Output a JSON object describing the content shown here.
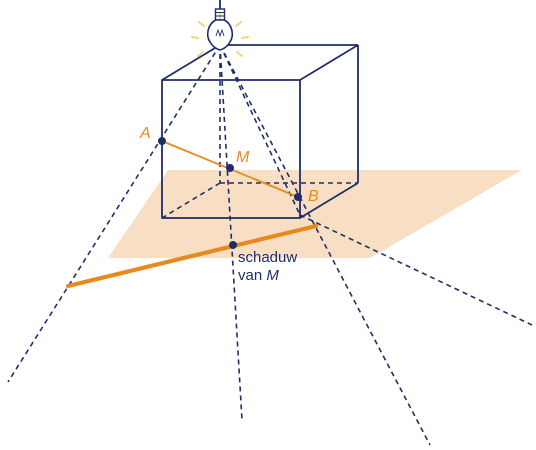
{
  "points": {
    "a_label": "A",
    "b_label": "B",
    "m_label": "M"
  },
  "shadow_caption": {
    "line1": "schaduw",
    "line2_prefix": "van ",
    "line2_var": "M"
  },
  "colors": {
    "navy": "#1f2d6b",
    "orange": "#e8891d",
    "plane_fill": "#f7d9b8",
    "bulb_glow": "#f4d37a"
  },
  "icons": {
    "light_source": "light-bulb-icon"
  }
}
